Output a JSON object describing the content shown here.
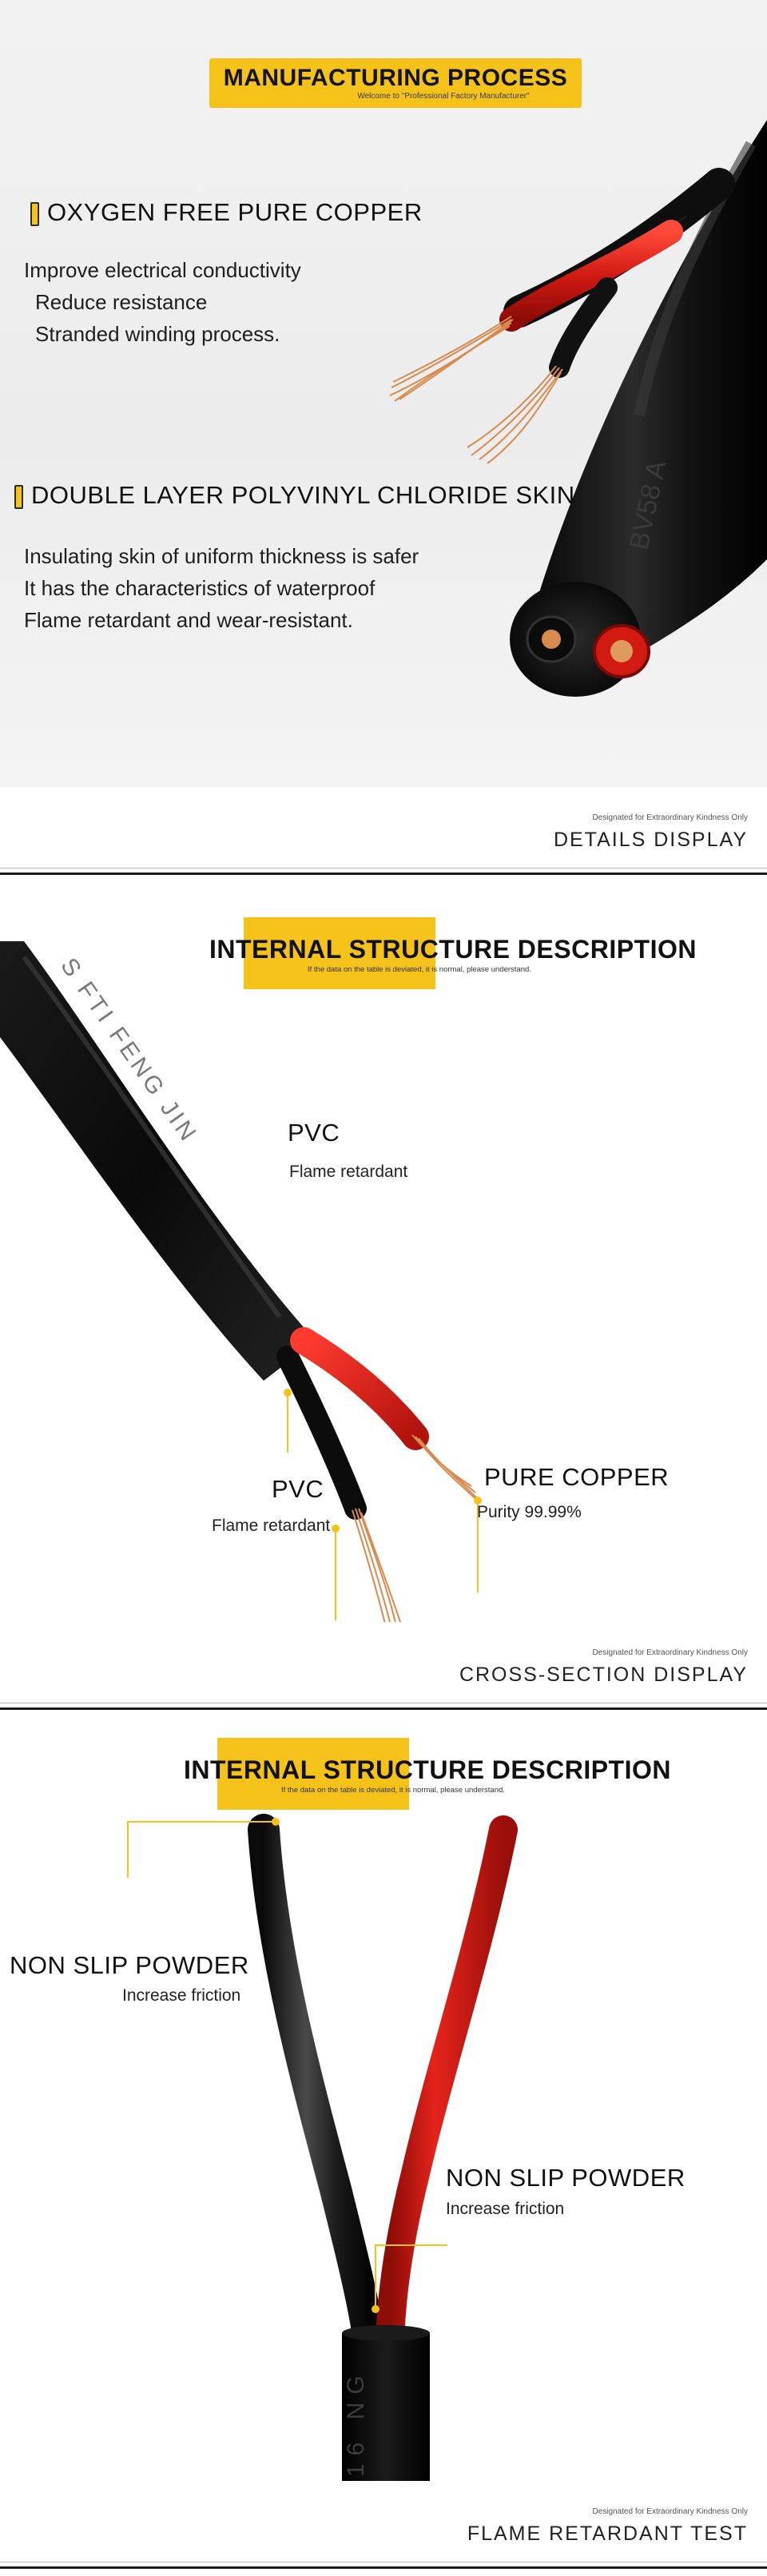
{
  "section1": {
    "banner_title": "MANUFACTURING PROCESS",
    "banner_subtitle": "Welcome to \"Professional Factory Manufacturer\"",
    "heading1": "OXYGEN FREE PURE COPPER",
    "lines1": [
      "Improve electrical conductivity",
      "Reduce resistance",
      "Stranded winding process."
    ],
    "heading2": "DOUBLE LAYER POLYVINYL CHLORIDE SKIN",
    "lines2": [
      "Insulating skin of uniform thickness is safer",
      "It has the characteristics of waterproof",
      "Flame retardant and wear-resistant."
    ],
    "cable_print": "BV58 A",
    "footer_small": "Designated for Extraordinary Kindness Only",
    "footer_big": "DETAILS DISPLAY"
  },
  "section2": {
    "title": "INTERNAL STRUCTURE DESCRIPTION",
    "subtitle": "If the data on the table is deviated, it is normal, please understand.",
    "cable_print": "S FTI FENG JIN",
    "label_pvc_top": "PVC",
    "label_pvc_top_sub": "Flame retardant",
    "label_pvc_bottom": "PVC",
    "label_pvc_bottom_sub": "Flame retardant",
    "label_copper": "PURE COPPER",
    "label_copper_sub": "Purity 99.99%",
    "footer_small": "Designated for Extraordinary Kindness Only",
    "footer_big": "CROSS-SECTION DISPLAY"
  },
  "section3": {
    "title": "INTERNAL STRUCTURE DESCRIPTION",
    "subtitle": "If the data on the table is deviated, it is normal, please understand.",
    "cable_print": "16 NG",
    "label_left": "NON SLIP POWDER",
    "label_left_sub": "Increase friction",
    "label_right": "NON SLIP POWDER",
    "label_right_sub": "Increase friction",
    "footer_small": "Designated for Extraordinary Kindness Only",
    "footer_big": "FLAME RETARDANT TEST"
  },
  "colors": {
    "accent_yellow": "#f5c21a",
    "cable_black": "#141414",
    "insulation_red": "#d81e1e",
    "copper": "#d98a4e"
  }
}
